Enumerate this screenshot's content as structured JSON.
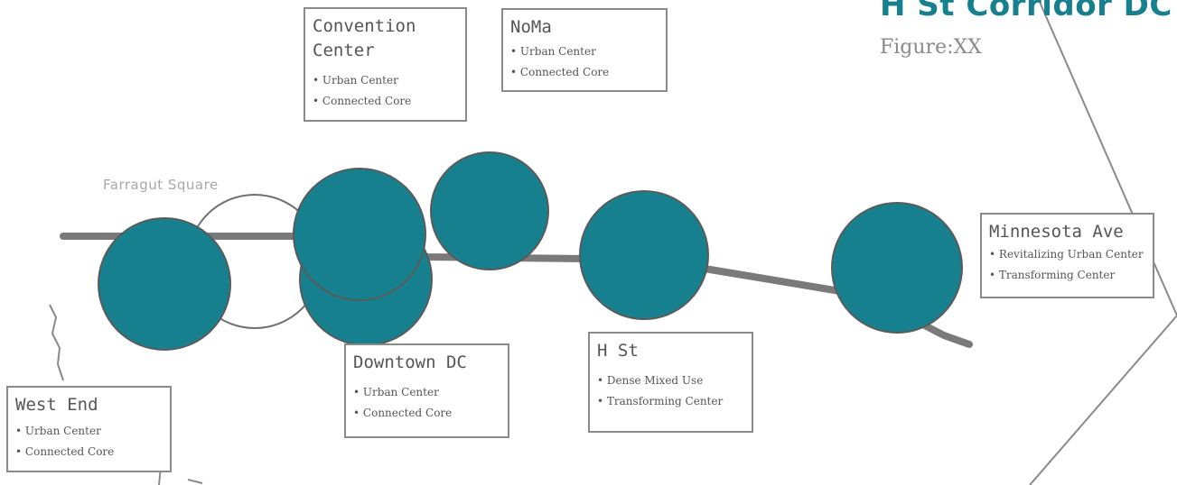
{
  "title": "H St Corridor DC",
  "subtitle": "Figure:XX",
  "colors": {
    "station": "#17808f",
    "route": "#7a7a7a",
    "outline": "#8a8a8a",
    "title": "#17808f"
  },
  "landmarks": {
    "farragut": "Farragut Square"
  },
  "stations": {
    "west_end": {
      "name": "West End",
      "bullets": [
        "Urban Center",
        "Connected Core"
      ]
    },
    "convention": {
      "name": "Convention Center",
      "bullets": [
        "Urban Center",
        "Connected Core"
      ]
    },
    "noma": {
      "name": "NoMa",
      "bullets": [
        "Urban Center",
        "Connected Core"
      ]
    },
    "downtown": {
      "name": "Downtown DC",
      "bullets": [
        "Urban Center",
        "Connected Core"
      ]
    },
    "hst": {
      "name": "H St",
      "bullets": [
        "Dense Mixed Use",
        "Transforming Center"
      ]
    },
    "minnesota": {
      "name": "Minnesota Ave",
      "bullets": [
        "Revitalizing Urban Center",
        "Transforming Center"
      ]
    }
  }
}
